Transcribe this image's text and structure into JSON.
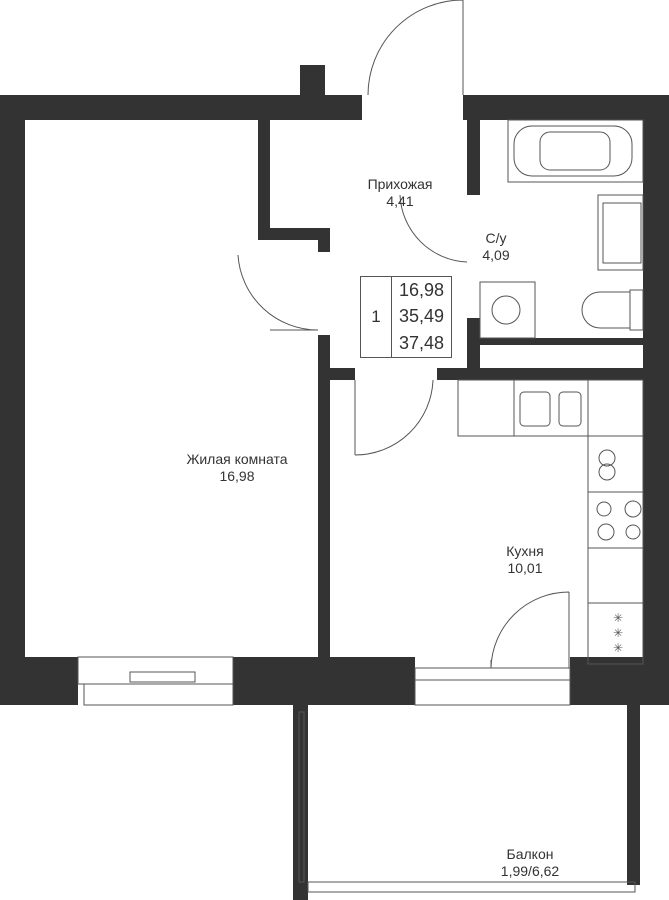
{
  "rooms": [
    {
      "name": "Прихожая",
      "area": "4,41"
    },
    {
      "name": "С/у",
      "area": "4,09"
    },
    {
      "name": "Жилая комната",
      "area": "16,98"
    },
    {
      "name": "Кухня",
      "area": "10,01"
    },
    {
      "name": "Балкон",
      "area": "1,99/6,62"
    }
  ],
  "summary": {
    "rooms_count": "1",
    "living_area": "16,98",
    "total_area": "35,49",
    "total_with_balcony": "37,48"
  },
  "colors": {
    "wall": "#333333",
    "line": "#555555"
  }
}
